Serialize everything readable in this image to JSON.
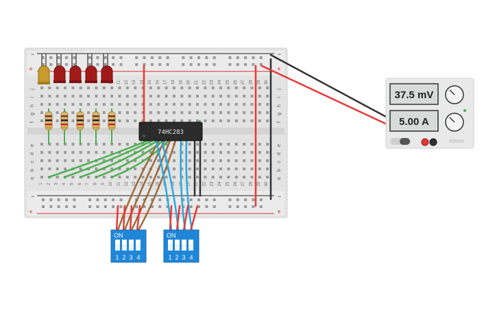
{
  "breadboard": {
    "rail_plus": "+",
    "rail_minus": "−",
    "row_letters_top": [
      "j",
      "i",
      "h",
      "g",
      "f"
    ],
    "row_letters_bottom": [
      "e",
      "d",
      "c",
      "b",
      "a"
    ],
    "column_numbers": [
      "1",
      "2",
      "3",
      "4",
      "5",
      "6",
      "7",
      "8",
      "9",
      "10",
      "11",
      "12",
      "13",
      "14",
      "15",
      "16",
      "17",
      "18",
      "19",
      "20",
      "21",
      "22",
      "23",
      "24",
      "25",
      "26",
      "27",
      "28",
      "29",
      "30"
    ]
  },
  "chip": {
    "label": "74HC283"
  },
  "dip_switches": [
    {
      "on_label": "ON",
      "positions": [
        "1",
        "2",
        "3",
        "4"
      ]
    },
    {
      "on_label": "ON",
      "positions": [
        "1",
        "2",
        "3",
        "4"
      ]
    }
  ],
  "power_supply": {
    "voltage_display": "37.5 mV",
    "current_display": "5.00 A"
  },
  "colors": {
    "breadboard": "#e6e6e6",
    "rail_red": "#d32f2f",
    "wire_green": "#4caf50",
    "wire_brown": "#9c6a3a",
    "wire_blue": "#29a8e0",
    "wire_red": "#e53935",
    "wire_black": "#333333",
    "led_red": "#a11a1a",
    "led_yellow": "#c89b2e",
    "dip_blue": "#1f86d8",
    "chip_body": "#2b2b2b"
  }
}
